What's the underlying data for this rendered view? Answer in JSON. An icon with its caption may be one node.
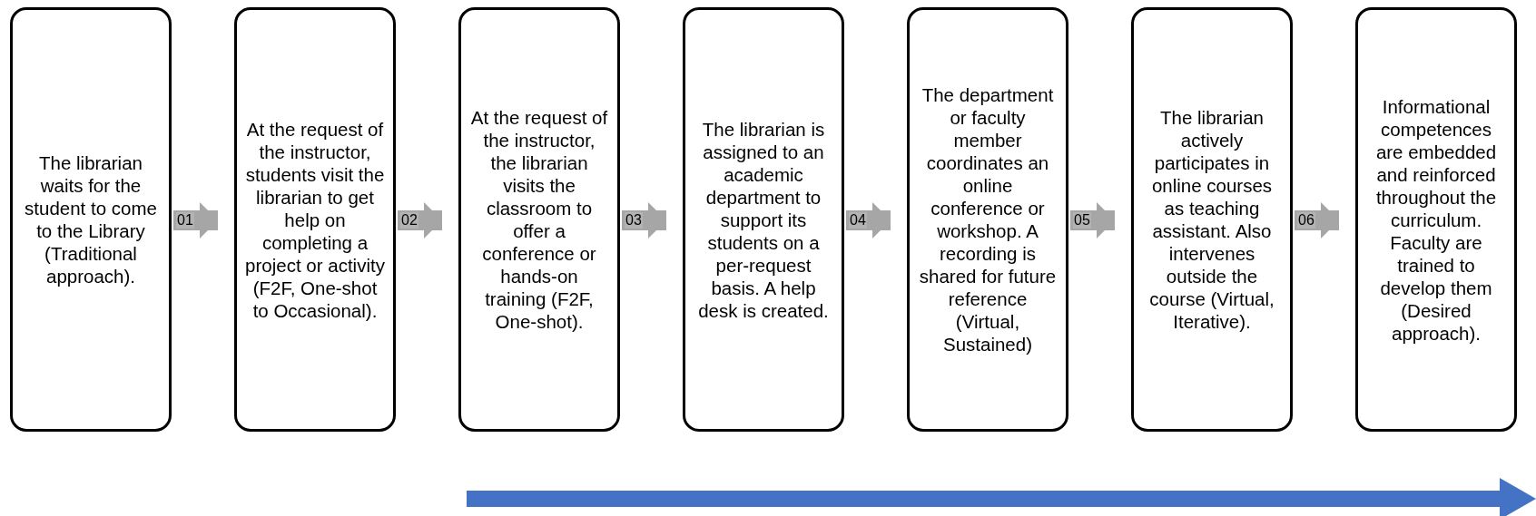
{
  "diagram": {
    "nodes": [
      {
        "text": [
          "The librarian waits for the student to come to the Library (Traditional approach)."
        ]
      },
      {
        "text": [
          "At the request of the instructor, students visit the librarian to get help on completing a project or activity (F2F, One-shot to Occasional)."
        ]
      },
      {
        "text": [
          "At the request of the instructor, the librarian visits the classroom to offer a conference or hands-on training (F2F, One-shot)."
        ]
      },
      {
        "text": [
          "The librarian is assigned to an academic department to support its students on a per-request basis. A help desk is created."
        ]
      },
      {
        "text": [
          "The department or faculty member coordinates an online conference or workshop. A recording is shared for future reference (Virtual, Sustained)"
        ]
      },
      {
        "text": [
          "The librarian actively participates in online courses as teaching assistant. Also intervenes outside the course (Virtual, Iterative)."
        ]
      },
      {
        "text": [
          "Informational competences are embedded and reinforced throughout the curriculum. Faculty are trained to develop them (Desired approach)."
        ]
      }
    ],
    "edges": [
      {
        "from": 0,
        "to": 1,
        "arrow": "to",
        "label": "01"
      },
      {
        "from": 1,
        "to": 2,
        "arrow": "to",
        "label": "02"
      },
      {
        "from": 2,
        "to": 3,
        "arrow": "to",
        "label": "03"
      },
      {
        "from": 3,
        "to": 4,
        "arrow": "to",
        "label": "04"
      },
      {
        "from": 4,
        "to": 5,
        "arrow": "to",
        "label": "05"
      },
      {
        "from": 5,
        "to": 6,
        "arrow": "to",
        "label": "06"
      }
    ]
  }
}
